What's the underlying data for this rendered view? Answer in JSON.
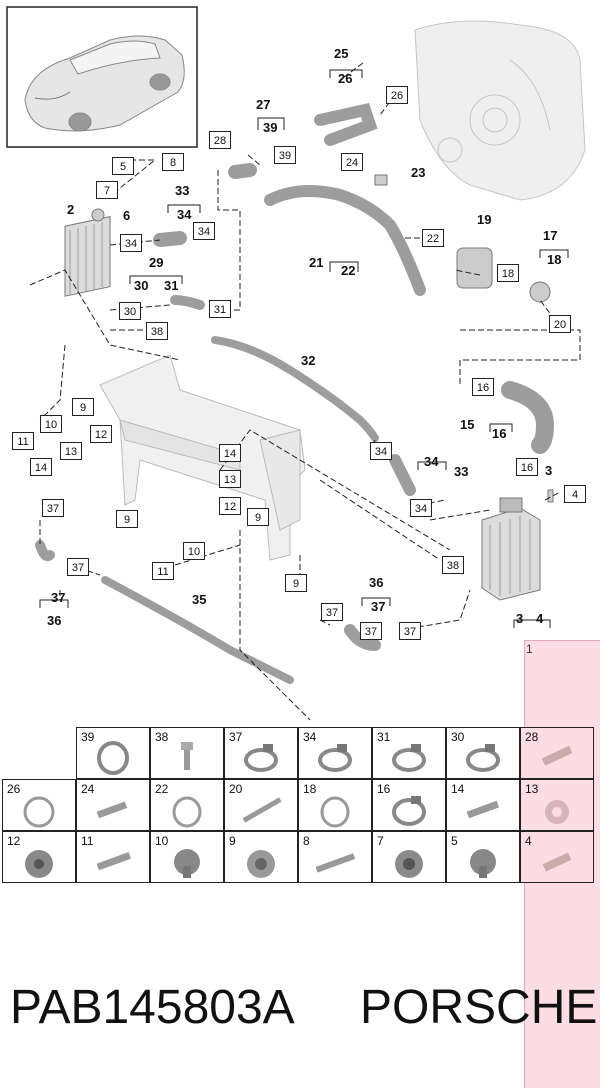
{
  "footer": {
    "part_code": "PAB145803A",
    "brand": "PORSCHE"
  },
  "corner_label": "1",
  "bold_numbers": [
    "25",
    "26",
    "27",
    "39",
    "33",
    "34",
    "2",
    "6",
    "29",
    "30",
    "31",
    "23",
    "19",
    "21",
    "22",
    "17",
    "18",
    "32",
    "15",
    "16",
    "34",
    "33",
    "3",
    "36",
    "37",
    "35",
    "37",
    "36",
    "3",
    "4"
  ],
  "callouts": [
    "26",
    "28",
    "39",
    "5",
    "8",
    "7",
    "24",
    "34",
    "34",
    "30",
    "31",
    "38",
    "22",
    "18",
    "20",
    "9",
    "10",
    "11",
    "12",
    "13",
    "14",
    "16",
    "16",
    "34",
    "34",
    "4",
    "14",
    "13",
    "12",
    "9",
    "10",
    "11",
    "9",
    "37",
    "37",
    "37",
    "37",
    "38",
    "9",
    "37"
  ],
  "parts_grid": {
    "row1": [
      "39",
      "38",
      "37",
      "34",
      "31",
      "30",
      "28"
    ],
    "row2": [
      "26",
      "24",
      "22",
      "20",
      "18",
      "16",
      "14",
      "13"
    ],
    "row3": [
      "12",
      "11",
      "10",
      "9",
      "8",
      "7",
      "5",
      "4"
    ]
  }
}
